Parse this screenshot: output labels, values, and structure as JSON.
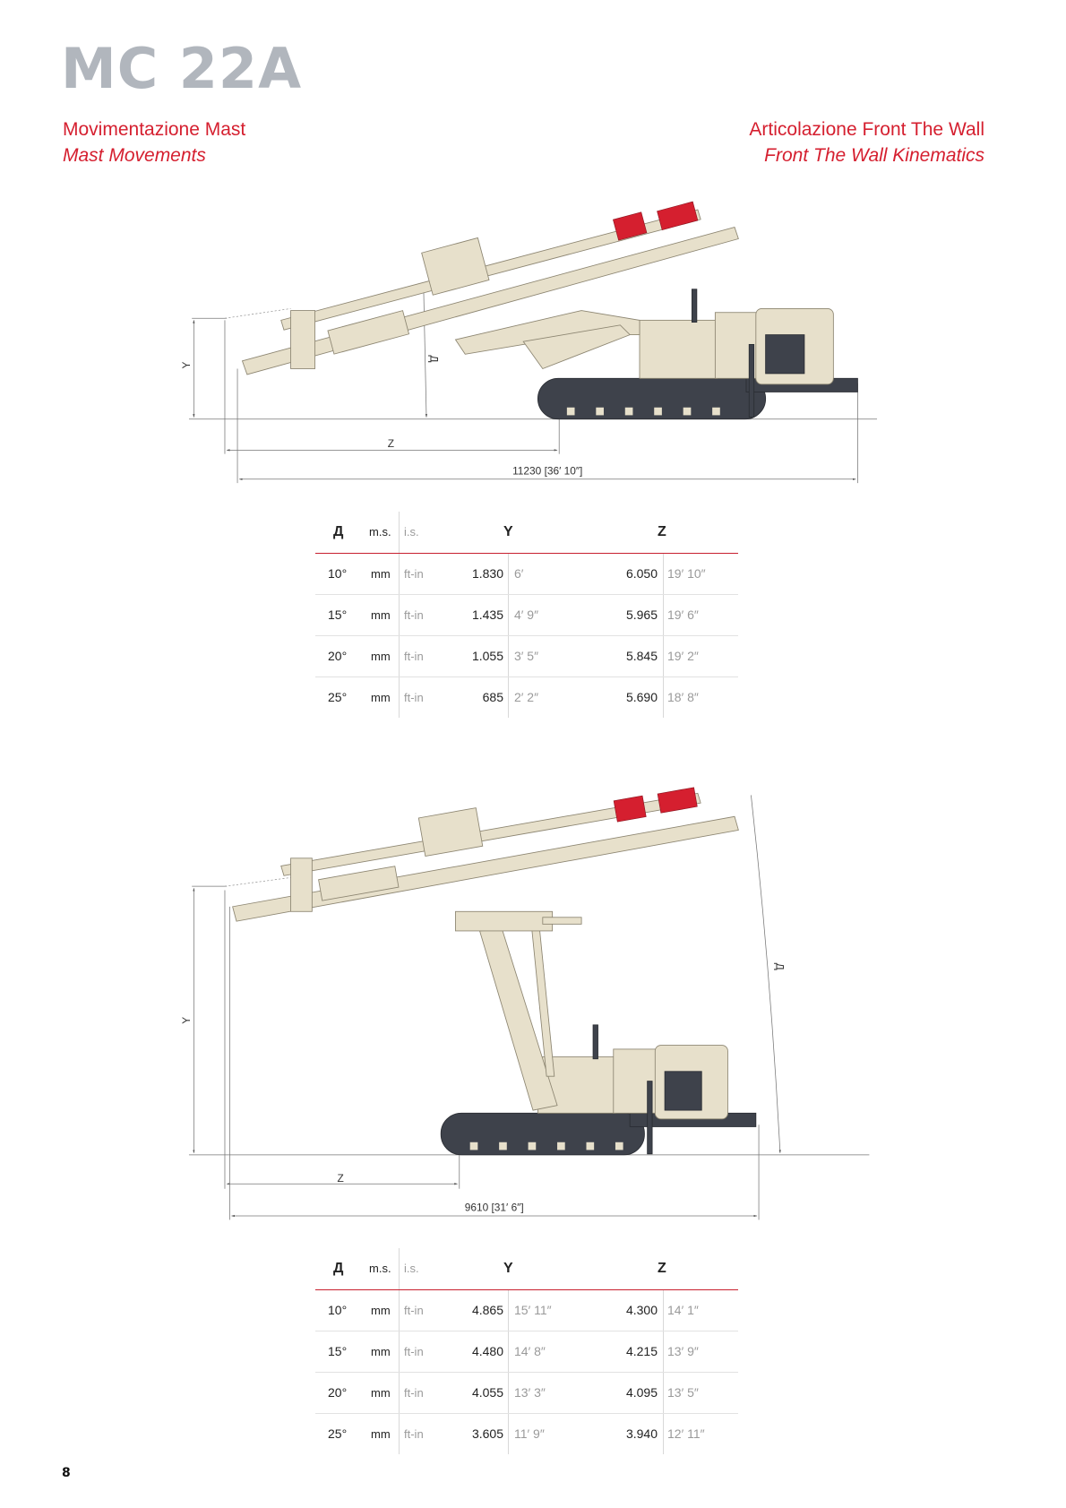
{
  "header": {
    "title": "MC 22A",
    "left_it": "Movimentazione Mast",
    "left_en": "Mast Movements",
    "right_it": "Articolazione Front The Wall",
    "right_en": "Front The Wall Kinematics"
  },
  "colors": {
    "accent": "#d51f2f",
    "title_gray": "#b1b6bd",
    "machine_beige": "#e7e0cb",
    "track_dark": "#3e424b"
  },
  "diagram1": {
    "y_label": "Y",
    "z_label": "Z",
    "angle_label": "Д",
    "overall": "11230 [36′ 10″]"
  },
  "diagram2": {
    "y_label": "Y",
    "z_label": "Z",
    "angle_label": "Д",
    "overall": "9610 [31′ 6″]"
  },
  "table_headers": {
    "angle": "Д",
    "ms": "m.s.",
    "is": "i.s.",
    "y": "Y",
    "z": "Z"
  },
  "table1": [
    {
      "angle": "10°",
      "ms": "mm",
      "is": "ft-in",
      "y_mm": "1.830",
      "y_ft": "6′",
      "z_mm": "6.050",
      "z_ft": "19′ 10″"
    },
    {
      "angle": "15°",
      "ms": "mm",
      "is": "ft-in",
      "y_mm": "1.435",
      "y_ft": "4′ 9″",
      "z_mm": "5.965",
      "z_ft": "19′ 6″"
    },
    {
      "angle": "20°",
      "ms": "mm",
      "is": "ft-in",
      "y_mm": "1.055",
      "y_ft": "3′ 5″",
      "z_mm": "5.845",
      "z_ft": "19′ 2″"
    },
    {
      "angle": "25°",
      "ms": "mm",
      "is": "ft-in",
      "y_mm": "685",
      "y_ft": "2′ 2″",
      "z_mm": "5.690",
      "z_ft": "18′ 8″"
    }
  ],
  "table2": [
    {
      "angle": "10°",
      "ms": "mm",
      "is": "ft-in",
      "y_mm": "4.865",
      "y_ft": "15′ 11″",
      "z_mm": "4.300",
      "z_ft": "14′ 1″"
    },
    {
      "angle": "15°",
      "ms": "mm",
      "is": "ft-in",
      "y_mm": "4.480",
      "y_ft": "14′ 8″",
      "z_mm": "4.215",
      "z_ft": "13′ 9″"
    },
    {
      "angle": "20°",
      "ms": "mm",
      "is": "ft-in",
      "y_mm": "4.055",
      "y_ft": "13′ 3″",
      "z_mm": "4.095",
      "z_ft": "13′ 5″"
    },
    {
      "angle": "25°",
      "ms": "mm",
      "is": "ft-in",
      "y_mm": "3.605",
      "y_ft": "11′ 9″",
      "z_mm": "3.940",
      "z_ft": "12′ 11″"
    }
  ],
  "page_number": "8"
}
